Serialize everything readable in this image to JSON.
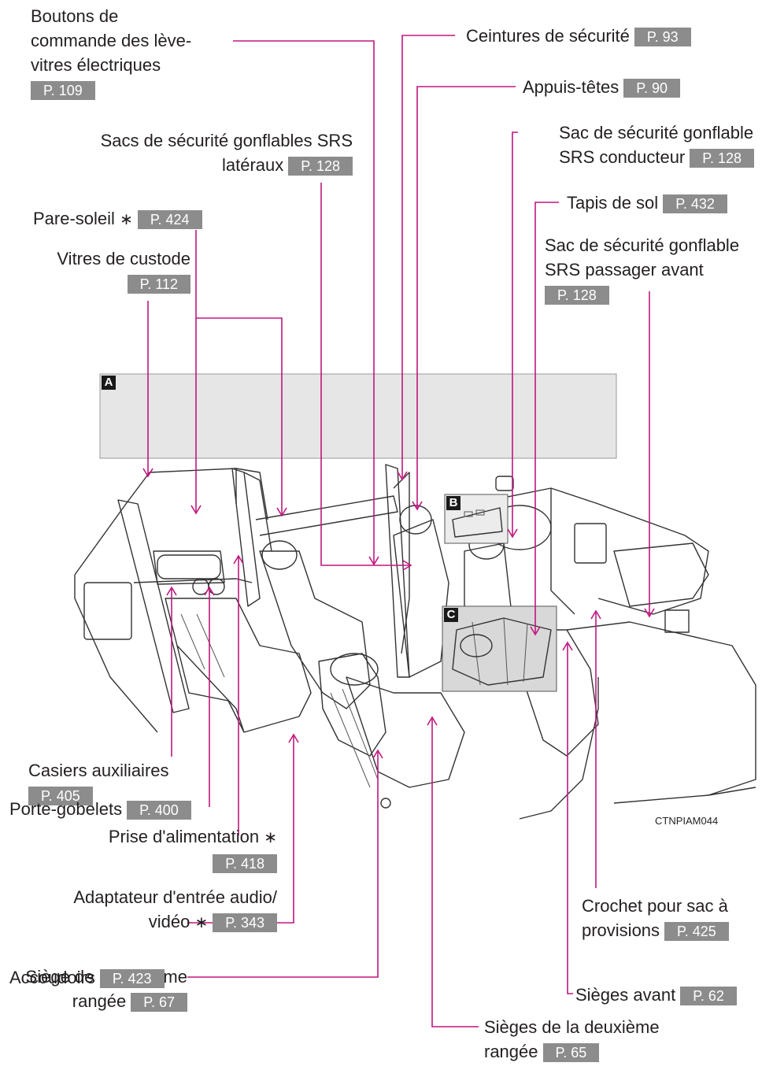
{
  "labels": {
    "window_switches": {
      "line1": "Boutons de",
      "line2": "commande des lève-",
      "line3": "vitres électriques",
      "page": "P. 109"
    },
    "seat_belts": {
      "text": "Ceintures de sécurité",
      "page": "P. 93"
    },
    "head_restraints": {
      "text": "Appuis-têtes",
      "page": "P. 90"
    },
    "driver_airbag": {
      "line1": "Sac de sécurité gonflable",
      "line2": "SRS conducteur",
      "page": "P. 128"
    },
    "side_airbags": {
      "line1": "Sacs de sécurité gonflables SRS",
      "line2": "latéraux",
      "page": "P. 128"
    },
    "floor_mats": {
      "text": "Tapis de sol",
      "page": "P. 432"
    },
    "sun_visors": {
      "text": "Pare-soleil",
      "asterisk": "∗",
      "page": "P. 424"
    },
    "passenger_airbag": {
      "line1": "Sac de sécurité gonflable",
      "line2": "SRS passager avant",
      "page": "P. 128"
    },
    "quarter_windows": {
      "text": "Vitres de custode",
      "page": "P. 112"
    },
    "aux_boxes": {
      "text": "Casiers auxiliaires",
      "page": "P. 405"
    },
    "cup_holders": {
      "text": "Porte-gobelets",
      "page": "P. 400"
    },
    "power_outlet": {
      "text": "Prise d'alimentation",
      "asterisk": "∗",
      "page": "P. 418"
    },
    "av_adapter": {
      "line1": "Adaptateur d'entrée audio/",
      "line2": "vidéo",
      "asterisk": "∗",
      "page": "P. 343"
    },
    "third_row": {
      "line1": "Siège de la troisième",
      "line2": "rangée",
      "page": "P. 67"
    },
    "armrests": {
      "text": "Accoudoirs",
      "page": "P. 423"
    },
    "grocery_hook": {
      "line1": "Crochet pour sac à",
      "line2": "provisions",
      "page": "P. 425"
    },
    "front_seats": {
      "text": "Sièges avant",
      "page": "P. 62"
    },
    "second_row": {
      "line1": "Sièges de la deuxième",
      "line2": "rangée",
      "page": "P. 65"
    }
  },
  "inset_tags": {
    "a": "A",
    "b": "B",
    "c": "C"
  },
  "figure_code": "CTNPIAM044",
  "colors": {
    "leader": "#c0177e",
    "page_badge": "#8c8c8c",
    "panel": "#e6e6e6"
  }
}
